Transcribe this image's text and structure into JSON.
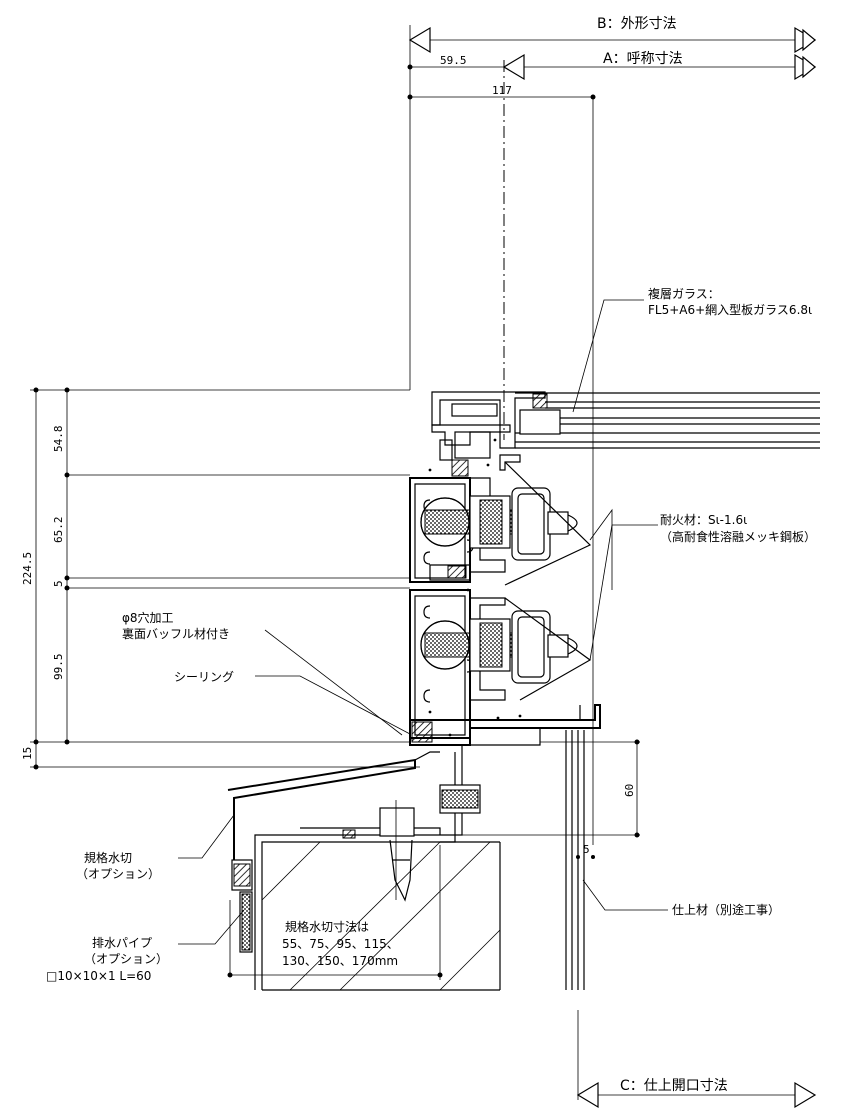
{
  "dimensions": {
    "B": "B：外形寸法",
    "A": "A：呼称寸法",
    "C": "C：仕上開口寸法",
    "d59_5": "59.5",
    "d117": "117",
    "d54_8": "54.8",
    "d65_2": "65.2",
    "d5": "5",
    "d99_5": "99.5",
    "d224_5": "224.5",
    "d15": "15",
    "d60": "60",
    "d5b": "5"
  },
  "labels": {
    "glass_title": "複層ガラス：",
    "glass_spec": "FL5+A6+網入型板ガラス6.8ι",
    "fire_title": "耐火材：Sι-1.6ι",
    "fire_spec": "（高耐食性溶融メッキ鋼板）",
    "hole_1": "φ8穴加工",
    "hole_2": "裏面バッフル材付き",
    "sealing": "シーリング",
    "drip_1": "規格水切",
    "drip_2": "（オプション）",
    "pipe_1": "排水パイプ",
    "pipe_2": "（オプション）",
    "pipe_3": "□10×10×1 L=60",
    "drip_size_1": "規格水切寸法は",
    "drip_size_2": "55、75、95、115、",
    "drip_size_3": "130、150、170mm",
    "finish": "仕上材（別途工事）"
  }
}
